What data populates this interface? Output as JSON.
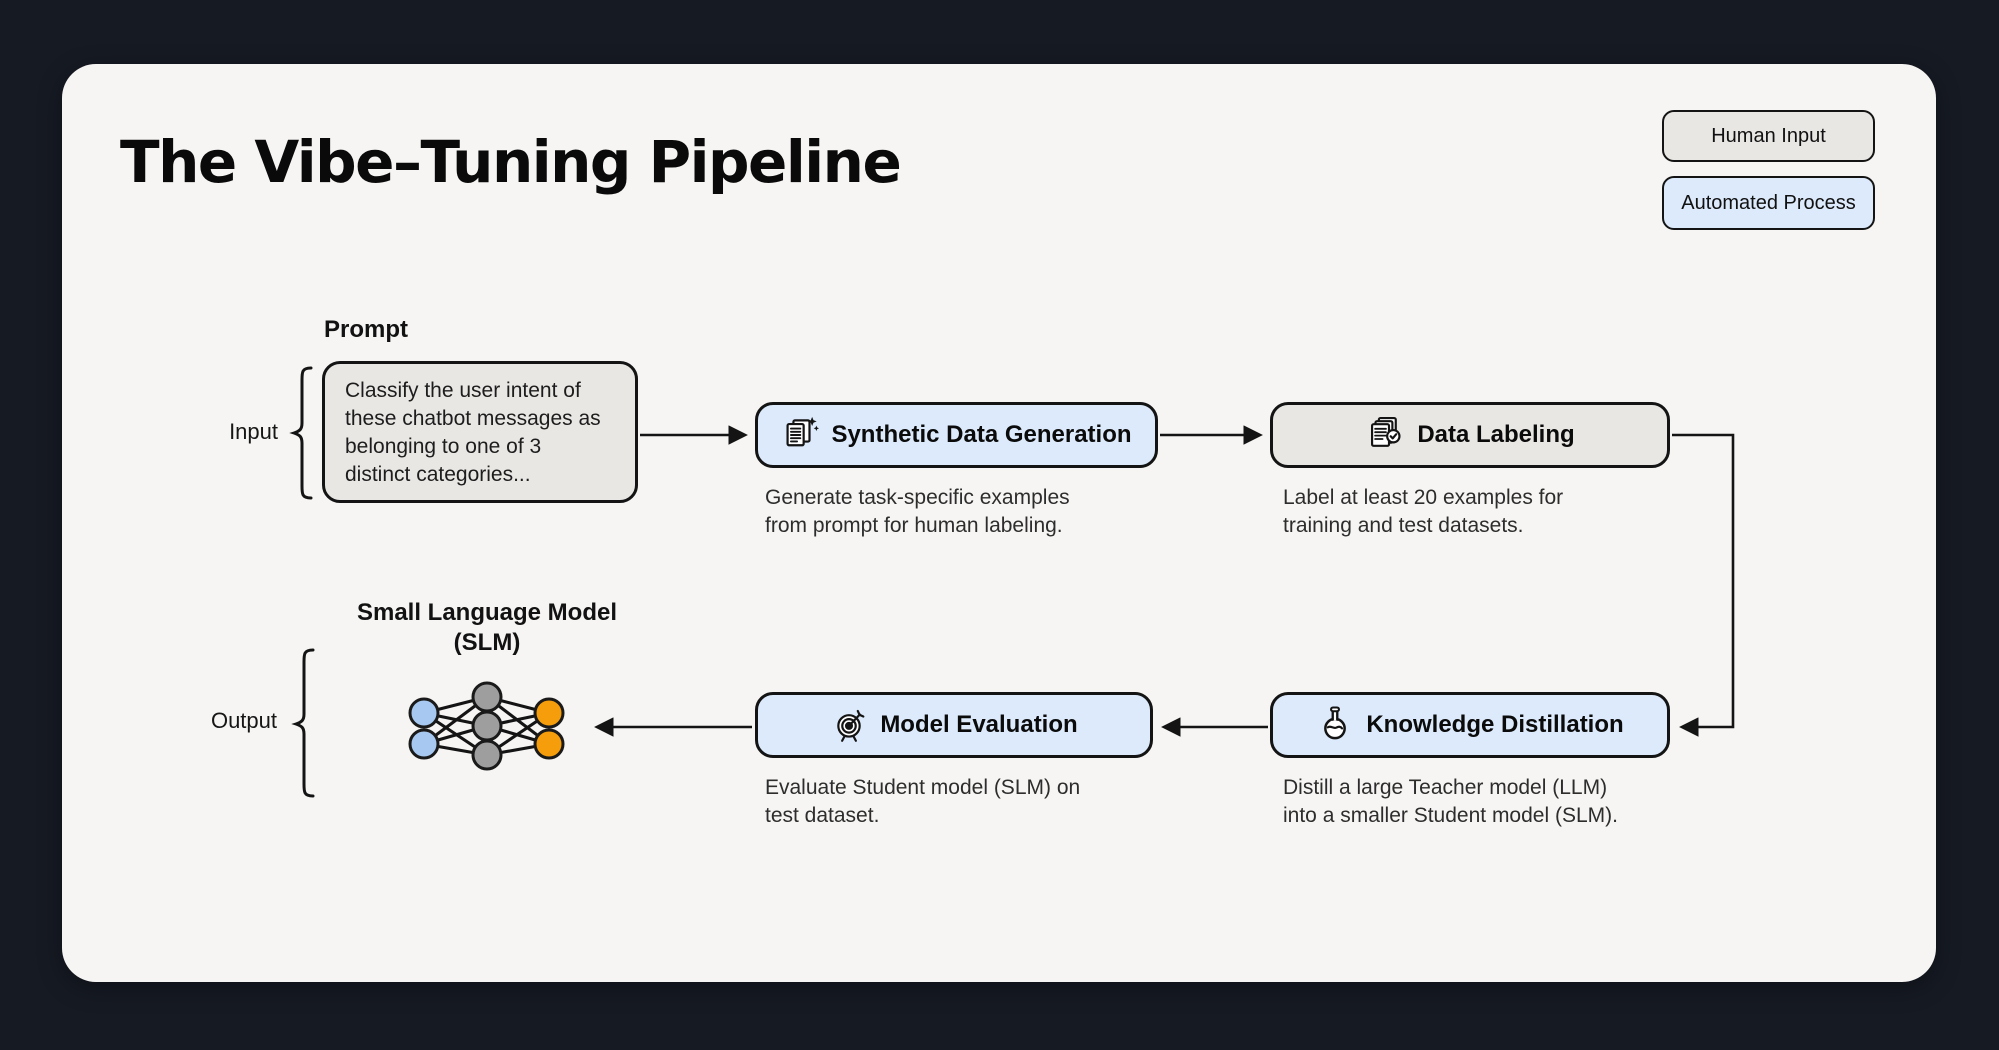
{
  "title": "The Vibe–Tuning Pipeline",
  "legend": {
    "human_label": "Human Input",
    "automated_label": "Automated Process"
  },
  "colors": {
    "background": "#161a23",
    "card": "#f6f5f3",
    "human_fill": "#e9e7e4",
    "automated_fill": "#dceafb",
    "outline": "#141414",
    "description_text": "#2d2d2d",
    "node_blue": "#a7c9f1",
    "node_gray": "#9e9e9e",
    "node_orange": "#f59d0b"
  },
  "input_section": {
    "bracket_label": "Input",
    "box_title": "Prompt",
    "prompt_lines": {
      "l1": "Classify the user intent of",
      "l2": "these chatbot messages as",
      "l3": "belonging to one of 3",
      "l4": "distinct categories..."
    }
  },
  "output_section": {
    "bracket_label": "Output",
    "model_line1": "Small Language Model",
    "model_line2": "(SLM)",
    "icon": "neural-network-icon"
  },
  "steps": [
    {
      "label": "Synthetic Data Generation",
      "type": "automated",
      "icon": "document-sparkles-icon",
      "desc_line1": "Generate task-specific examples",
      "desc_line2": "from prompt for human labeling."
    },
    {
      "label": "Data Labeling",
      "type": "human",
      "icon": "documents-check-icon",
      "desc_line1": "Label at least 20 examples for",
      "desc_line2": "training and test datasets."
    },
    {
      "label": "Knowledge Distillation",
      "type": "automated",
      "icon": "flask-icon",
      "desc_line1": "Distill a large Teacher model (LLM)",
      "desc_line2": "into a smaller Student model (SLM)."
    },
    {
      "label": "Model Evaluation",
      "type": "automated",
      "icon": "target-icon",
      "desc_line1": "Evaluate Student model (SLM) on",
      "desc_line2": "test dataset."
    }
  ]
}
